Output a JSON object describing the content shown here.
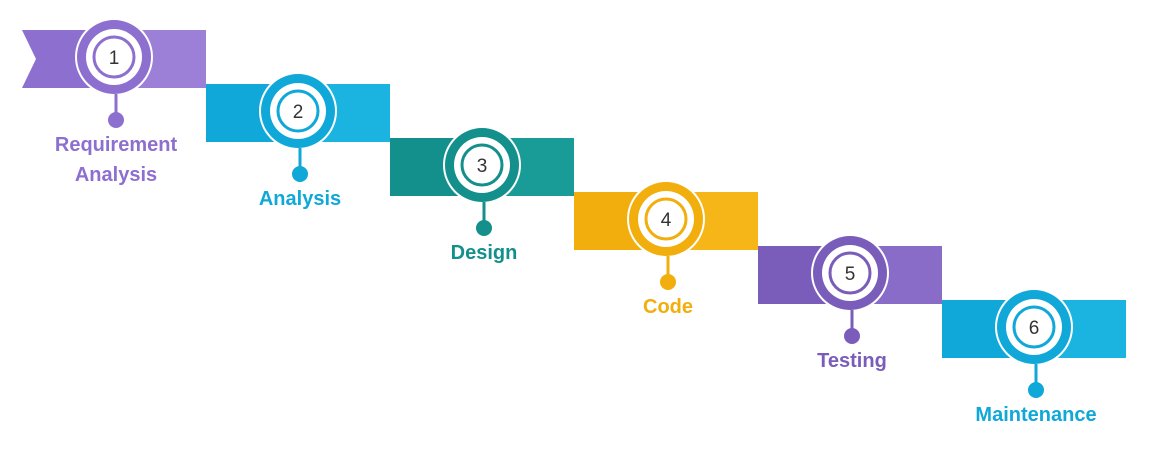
{
  "stages": [
    {
      "number": "1",
      "label_lines": [
        "Requirement",
        "Analysis"
      ],
      "color": "#8d6fcf",
      "light": "#a98ee0"
    },
    {
      "number": "2",
      "label_lines": [
        "Analysis"
      ],
      "color": "#0fa8d8",
      "light": "#27bde9"
    },
    {
      "number": "3",
      "label_lines": [
        "Design"
      ],
      "color": "#138f8c",
      "light": "#1fa6a1"
    },
    {
      "number": "4",
      "label_lines": [
        "Code"
      ],
      "color": "#f2ae0c",
      "light": "#fbbd22"
    },
    {
      "number": "5",
      "label_lines": [
        "Testing"
      ],
      "color": "#7a5dba",
      "light": "#9378d2"
    },
    {
      "number": "6",
      "label_lines": [
        "Maintenance"
      ],
      "color": "#0fa8d8",
      "light": "#27bde9"
    }
  ]
}
